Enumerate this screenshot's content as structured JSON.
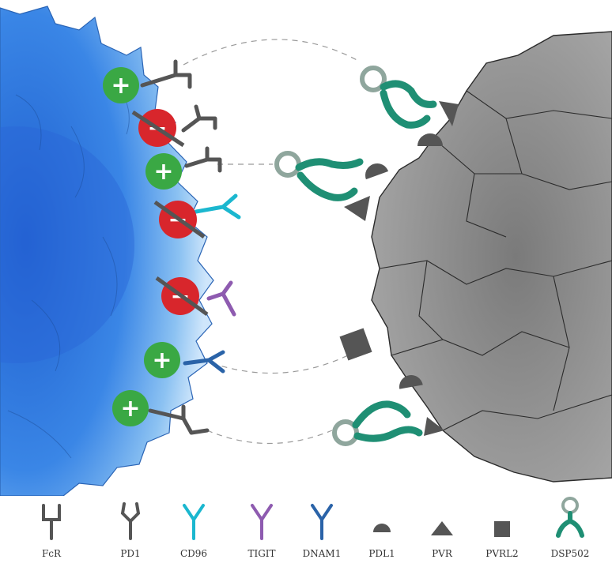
{
  "legend": {
    "fcr": "FcR",
    "pd1": "PD1",
    "cd96": "CD96",
    "tigit": "TIGIT",
    "dnam1": "DNAM1",
    "pdl1": "PDL1",
    "pvr": "PVR",
    "pvrl2": "PVRL2",
    "dsp502": "DSP502"
  },
  "signals": {
    "activating_symbol": "+",
    "inhibitory_symbol": "−"
  },
  "colors": {
    "immune_cell": "#2f7fe0",
    "tumor_cell": "#8c8c8c",
    "activating": "#3aa844",
    "inhibitory": "#d8262c",
    "fcr": "#555555",
    "pd1": "#555555",
    "cd96": "#1bb7cf",
    "tigit": "#8e5bb0",
    "dnam1": "#2a63a8",
    "ligand": "#555555",
    "antibody": "#1f8f74"
  }
}
